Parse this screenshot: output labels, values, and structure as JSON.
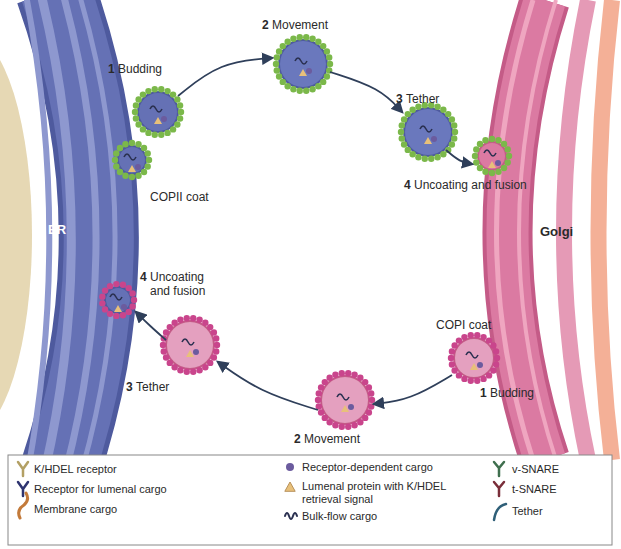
{
  "diagram": {
    "nodes": [
      {
        "text": [
          "ER"
        ]
      },
      {
        "text": [
          "Golgi"
        ]
      }
    ],
    "labels": [
      "1",
      "Budding",
      "2",
      "Movement",
      "3",
      "Tether",
      "4",
      "Uncoating and fusion",
      "COPII coat",
      "COPI coat",
      "1",
      "Budding",
      "2",
      "Movement",
      "3",
      "Tether",
      "4",
      "Uncoating and fusion"
    ],
    "legend": [
      {
        "text": "K/HDEL receptor"
      },
      {
        "text": "Receptor for lumenal cargo"
      },
      {
        "text": "Membrane cargo"
      },
      {
        "text": "Receptor-dependent cargo"
      },
      {
        "text": "Lumenal protein with K/HDEL retrieval signal"
      },
      {
        "text": "Bulk-flow cargo"
      },
      {
        "text": "v-SNARE"
      },
      {
        "text": "t-SNARE"
      },
      {
        "text": "Tether"
      }
    ]
  }
}
